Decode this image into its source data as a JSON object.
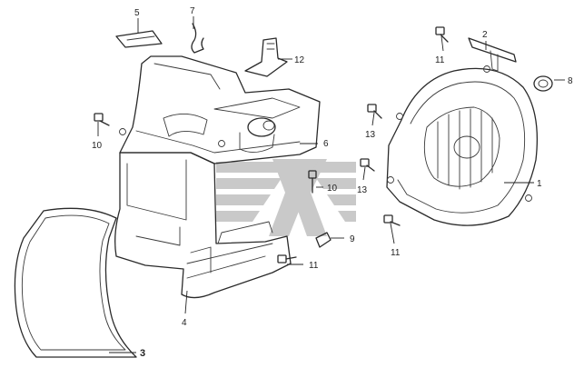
{
  "callouts": {
    "c1": "1",
    "c2": "2",
    "c3": "3",
    "c4": "4",
    "c5": "5",
    "c6": "6",
    "c7": "7",
    "c8": "8",
    "c9": "9",
    "c10a": "10",
    "c10b": "10",
    "c11a": "11",
    "c11b": "11",
    "c11c": "11",
    "c12": "12",
    "c13a": "13",
    "c13b": "13"
  },
  "colors": {
    "line": "#2a2a2a",
    "watermark": "#c9c9c9",
    "background": "#ffffff"
  }
}
